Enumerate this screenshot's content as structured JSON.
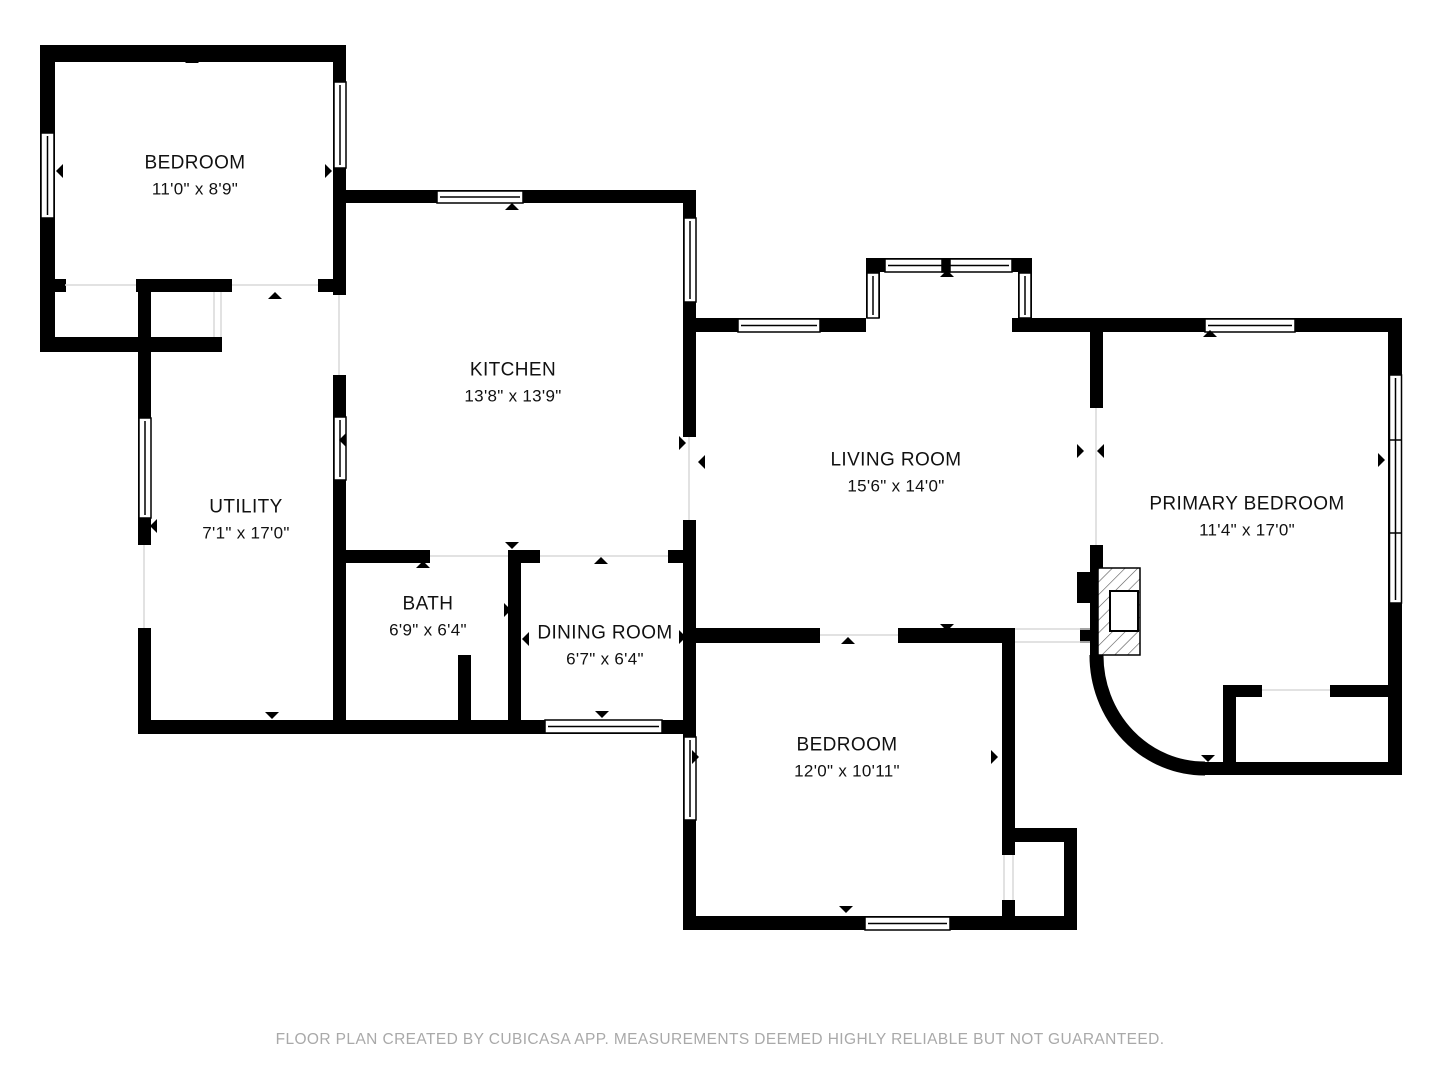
{
  "footer": {
    "text": "FLOOR PLAN CREATED BY CUBICASA APP. MEASUREMENTS DEEMED HIGHLY RELIABLE BUT NOT GUARANTEED."
  },
  "rooms": [
    {
      "id": "bedroom-top-left",
      "name": "BEDROOM",
      "dims": "11'0\" x 8'9\""
    },
    {
      "id": "kitchen",
      "name": "KITCHEN",
      "dims": "13'8\" x 13'9\""
    },
    {
      "id": "utility",
      "name": "UTILITY",
      "dims": "7'1\" x 17'0\""
    },
    {
      "id": "bath",
      "name": "BATH",
      "dims": "6'9\" x 6'4\""
    },
    {
      "id": "dining-room",
      "name": "DINING ROOM",
      "dims": "6'7\" x 6'4\""
    },
    {
      "id": "living-room",
      "name": "LIVING ROOM",
      "dims": "15'6\" x 14'0\""
    },
    {
      "id": "bedroom-bottom",
      "name": "BEDROOM",
      "dims": "12'0\" x 10'11\""
    },
    {
      "id": "primary-bedroom",
      "name": "PRIMARY BEDROOM",
      "dims": "11'4\" x 17'0\""
    }
  ],
  "colors": {
    "wall": "#000000",
    "window_frame": "#000000",
    "opening_line": "#d9d9d9",
    "footer_text": "#a9a9a9"
  }
}
